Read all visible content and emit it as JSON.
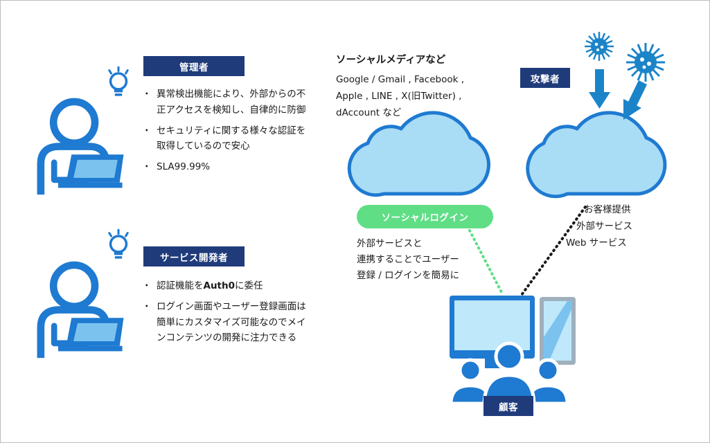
{
  "admin": {
    "label": "管理者",
    "bullets": [
      "異常検出機能により、外部からの不正アクセスを検知し、自律的に防御",
      "セキュリティに関する様々な認証を取得しているので安心",
      "SLA99.99%"
    ]
  },
  "developer": {
    "label": "サービス開発者",
    "bullets": [
      [
        "認証機能を",
        "Auth0",
        "に委任"
      ],
      "ログイン画面やユーザー登録画面は簡単にカスタマイズ可能なのでメインコンテンツの開発に注力できる"
    ]
  },
  "social": {
    "heading": "ソーシャルメディアなど",
    "providers_line1": "Google / Gmail , Facebook ,",
    "providers_line2": "Apple , LINE , X(旧Twitter) ,",
    "providers_line3": "dAccount など",
    "pill_label": "ソーシャルログイン",
    "caption_line1": "外部サービスと",
    "caption_line2": "連携することでユーザー",
    "caption_line3": "登録 / ログインを簡易に"
  },
  "attacker": {
    "label": "攻撃者"
  },
  "external": {
    "line1": "お客様提供",
    "line2": "外部サービス",
    "line3": "Web サービス"
  },
  "customer": {
    "label": "顧客"
  },
  "colors": {
    "navy": "#1f3b7a",
    "blue": "#1f7ad1",
    "cloud_fill": "#a9dcf5",
    "cloud_stroke": "#1f7ad1",
    "green": "#5fde86",
    "virus": "#1b84c9"
  }
}
